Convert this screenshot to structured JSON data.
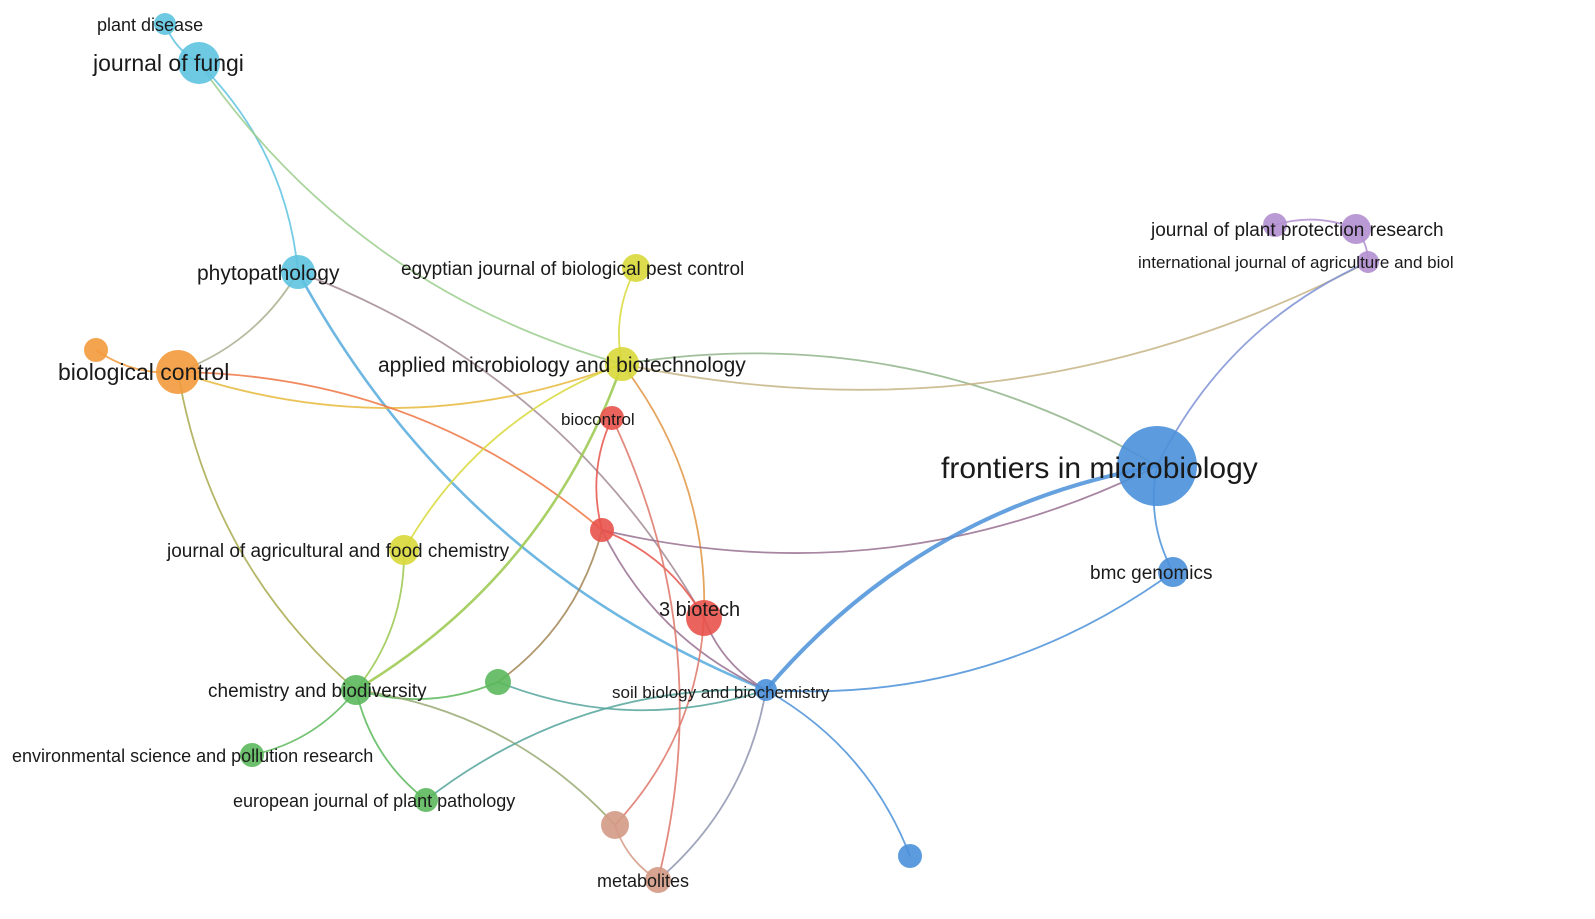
{
  "network": {
    "colors": {
      "cyan": "#5ec3e0",
      "orange": "#f39a3c",
      "yellow": "#d8d83a",
      "red": "#e8524a",
      "green": "#5cb85c",
      "blue": "#4a90d9",
      "purple": "#b28fd0",
      "brown": "#d49a86"
    },
    "nodes": [
      {
        "id": "plant-disease",
        "label": "plant disease",
        "cluster": "cyan"
      },
      {
        "id": "journal-of-fungi",
        "label": "journal of fungi",
        "cluster": "cyan"
      },
      {
        "id": "phytopathology",
        "label": "phytopathology",
        "cluster": "cyan"
      },
      {
        "id": "egyptian-journal",
        "label": "egyptian journal of biological pest control",
        "cluster": "yellow"
      },
      {
        "id": "applied-microbiology",
        "label": "applied microbiology and biotechnology",
        "cluster": "yellow"
      },
      {
        "id": "biological-control",
        "label": "biological control",
        "cluster": "orange"
      },
      {
        "id": "orange-small",
        "label": "",
        "cluster": "orange"
      },
      {
        "id": "biocontrol",
        "label": "biocontrol",
        "cluster": "red"
      },
      {
        "id": "red-hub",
        "label": "",
        "cluster": "red"
      },
      {
        "id": "journal-agri-food",
        "label": "journal of agricultural and food chemistry",
        "cluster": "yellow"
      },
      {
        "id": "3-biotech",
        "label": "3 biotech",
        "cluster": "red"
      },
      {
        "id": "chemistry-biodiversity",
        "label": "chemistry and biodiversity",
        "cluster": "green"
      },
      {
        "id": "green-mid",
        "label": "",
        "cluster": "green"
      },
      {
        "id": "soil-biology",
        "label": "soil biology and biochemistry",
        "cluster": "blue"
      },
      {
        "id": "environmental-science",
        "label": "environmental science and pollution research",
        "cluster": "green"
      },
      {
        "id": "european-journal",
        "label": "european journal of plant pathology",
        "cluster": "green"
      },
      {
        "id": "brown-node",
        "label": "",
        "cluster": "brown"
      },
      {
        "id": "metabolites",
        "label": "metabolites",
        "cluster": "brown"
      },
      {
        "id": "blue-small",
        "label": "",
        "cluster": "blue"
      },
      {
        "id": "frontiers-microbiology",
        "label": "frontiers in microbiology",
        "cluster": "blue"
      },
      {
        "id": "bmc-genomics",
        "label": "bmc genomics",
        "cluster": "blue"
      },
      {
        "id": "journal-plant-protection",
        "label": "journal of plant protection research",
        "cluster": "purple"
      },
      {
        "id": "purple-left",
        "label": "",
        "cluster": "purple"
      },
      {
        "id": "international-journal",
        "label": "international journal of agriculture and biol",
        "cluster": "purple"
      }
    ],
    "edges": [
      [
        "plant-disease",
        "journal-of-fungi"
      ],
      [
        "journal-of-fungi",
        "phytopathology"
      ],
      [
        "journal-of-fungi",
        "applied-microbiology"
      ],
      [
        "phytopathology",
        "biological-control"
      ],
      [
        "phytopathology",
        "soil-biology"
      ],
      [
        "phytopathology",
        "3-biotech"
      ],
      [
        "egyptian-journal",
        "applied-microbiology"
      ],
      [
        "biological-control",
        "orange-small"
      ],
      [
        "biological-control",
        "applied-microbiology"
      ],
      [
        "biological-control",
        "red-hub"
      ],
      [
        "biological-control",
        "chemistry-biodiversity"
      ],
      [
        "applied-microbiology",
        "frontiers-microbiology"
      ],
      [
        "applied-microbiology",
        "international-journal"
      ],
      [
        "applied-microbiology",
        "chemistry-biodiversity"
      ],
      [
        "applied-microbiology",
        "journal-agri-food"
      ],
      [
        "applied-microbiology",
        "3-biotech"
      ],
      [
        "biocontrol",
        "red-hub"
      ],
      [
        "red-hub",
        "3-biotech"
      ],
      [
        "red-hub",
        "frontiers-microbiology"
      ],
      [
        "red-hub",
        "green-mid"
      ],
      [
        "red-hub",
        "soil-biology"
      ],
      [
        "journal-agri-food",
        "chemistry-biodiversity"
      ],
      [
        "3-biotech",
        "soil-biology"
      ],
      [
        "3-biotech",
        "brown-node"
      ],
      [
        "chemistry-biodiversity",
        "green-mid"
      ],
      [
        "chemistry-biodiversity",
        "environmental-science"
      ],
      [
        "chemistry-biodiversity",
        "european-journal"
      ],
      [
        "chemistry-biodiversity",
        "brown-node"
      ],
      [
        "green-mid",
        "soil-biology"
      ],
      [
        "soil-biology",
        "frontiers-microbiology"
      ],
      [
        "soil-biology",
        "bmc-genomics"
      ],
      [
        "soil-biology",
        "blue-small"
      ],
      [
        "soil-biology",
        "european-journal"
      ],
      [
        "soil-biology",
        "metabolites"
      ],
      [
        "frontiers-microbiology",
        "bmc-genomics"
      ],
      [
        "frontiers-microbiology",
        "international-journal"
      ],
      [
        "journal-plant-protection",
        "purple-left"
      ],
      [
        "journal-plant-protection",
        "international-journal"
      ],
      [
        "brown-node",
        "metabolites"
      ],
      [
        "biocontrol",
        "metabolites"
      ]
    ]
  }
}
